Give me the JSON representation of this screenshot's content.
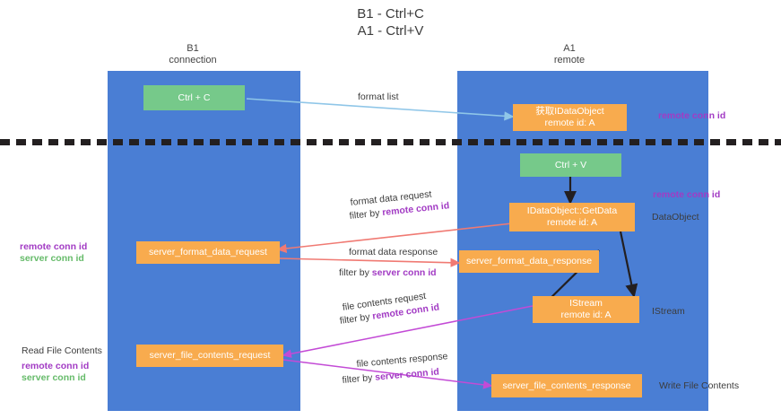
{
  "title": "B1 - Ctrl+C\nA1 - Ctrl+V",
  "columns": {
    "left": {
      "name": "B1",
      "role": "connection",
      "text": "B1\nconnection"
    },
    "right": {
      "name": "A1",
      "role": "remote",
      "text": "A1\nremote"
    }
  },
  "colors": {
    "lane": "#4a7ed4",
    "green_node": "#76c98a",
    "orange_node": "#f8ab4e",
    "remote_conn_id": "#a23bc4",
    "server_conn_id": "#66bb6a",
    "divider": "#231f20",
    "arrow_blue": "#8fc6e8",
    "arrow_red": "#f07a73",
    "arrow_black": "#231f20",
    "arrow_magenta": "#c34bd6"
  },
  "nodes": {
    "ctrl_c": {
      "line1": "Ctrl + C",
      "line2": "",
      "style": "green"
    },
    "get_idataobject": {
      "line1": "获取IDataObject",
      "line2": "remote id: A",
      "style": "orange"
    },
    "ctrl_v": {
      "line1": "Ctrl + V",
      "line2": "",
      "style": "green"
    },
    "idataobject_getdata": {
      "line1": "IDataObject::GetData",
      "line2": "remote id: A",
      "style": "orange"
    },
    "server_format_data_request": {
      "line1": "server_format_data_request",
      "line2": "",
      "style": "orange"
    },
    "server_format_data_response": {
      "line1": "server_format_data_response",
      "line2": "",
      "style": "orange"
    },
    "istream": {
      "line1": "IStream",
      "line2": "remote id: A",
      "style": "orange"
    },
    "server_file_contents_request": {
      "line1": "server_file_contents_request",
      "line2": "",
      "style": "orange"
    },
    "server_file_contents_response": {
      "line1": "server_file_contents_response",
      "line2": "",
      "style": "orange"
    }
  },
  "edge_labels": {
    "format_list": "format list",
    "format_data_request": "format data request",
    "format_data_request_filter_prefix": "filter by ",
    "format_data_request_filter_key": "remote conn id",
    "format_data_response": "format data response",
    "format_data_response_filter_prefix": "filter by ",
    "format_data_response_filter_key": "server conn id",
    "file_contents_request": "file contents request",
    "file_contents_request_filter_prefix": "filter by ",
    "file_contents_request_filter_key": "remote conn id",
    "file_contents_response": "file contents response",
    "file_contents_response_filter_prefix": "filter by ",
    "file_contents_response_filter_key": "server conn id"
  },
  "side_labels": {
    "right_remote_conn_id_top": "remote conn id",
    "right_remote_conn_id_mid": "remote conn id",
    "right_dataobject": "DataObject",
    "right_istream": "IStream",
    "right_write_file_contents": "Write File Contents",
    "left_remote_conn_id": "remote conn id",
    "left_server_conn_id": "server conn id",
    "left_read_file_contents": "Read File Contents",
    "left_remote_conn_id_2": "remote conn id",
    "left_server_conn_id_2": "server conn id"
  }
}
